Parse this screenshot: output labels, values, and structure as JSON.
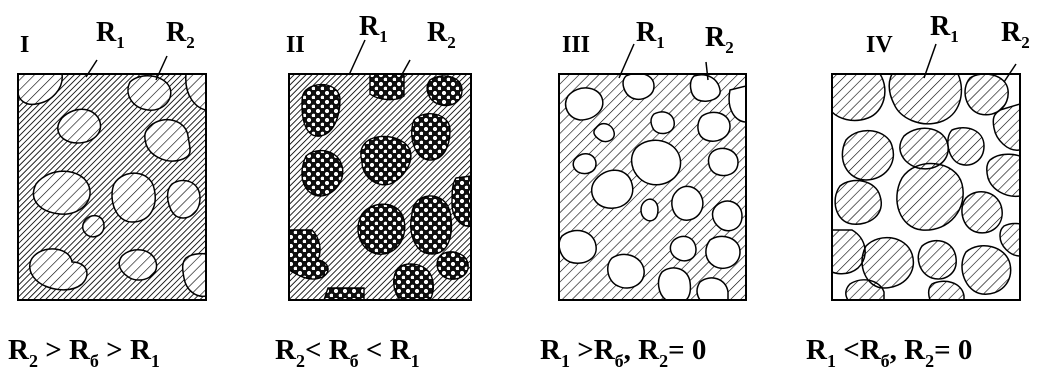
{
  "panels": [
    {
      "numeral": "I",
      "label_a": "R",
      "label_a_sub": "1",
      "label_b": "R",
      "label_b_sub": "2",
      "formula": [
        {
          "t": "R"
        },
        {
          "s": "2"
        },
        {
          "t": " > R"
        },
        {
          "s": "б"
        },
        {
          "t": " >  R"
        },
        {
          "s": "1"
        }
      ]
    },
    {
      "numeral": "II",
      "label_a": "R",
      "label_a_sub": "1",
      "label_b": "R",
      "label_b_sub": "2",
      "formula": [
        {
          "t": "R"
        },
        {
          "s": "2"
        },
        {
          "t": "< R"
        },
        {
          "s": "б"
        },
        {
          "t": " <  R"
        },
        {
          "s": "1"
        }
      ]
    },
    {
      "numeral": "III",
      "label_a": "R",
      "label_a_sub": "1",
      "label_b": "R",
      "label_b_sub": "2",
      "formula": [
        {
          "t": "R"
        },
        {
          "s": "1"
        },
        {
          "t": " >R"
        },
        {
          "s": "б"
        },
        {
          "t": ", R"
        },
        {
          "s": "2"
        },
        {
          "t": "= 0"
        }
      ]
    },
    {
      "numeral": "IV",
      "label_a": "R",
      "label_a_sub": "1",
      "label_b": "R",
      "label_b_sub": "2",
      "formula": [
        {
          "t": "R"
        },
        {
          "s": "1"
        },
        {
          "t": " <R"
        },
        {
          "s": "б"
        },
        {
          "t": ", R"
        },
        {
          "s": "2"
        },
        {
          "t": "= 0"
        }
      ]
    }
  ]
}
